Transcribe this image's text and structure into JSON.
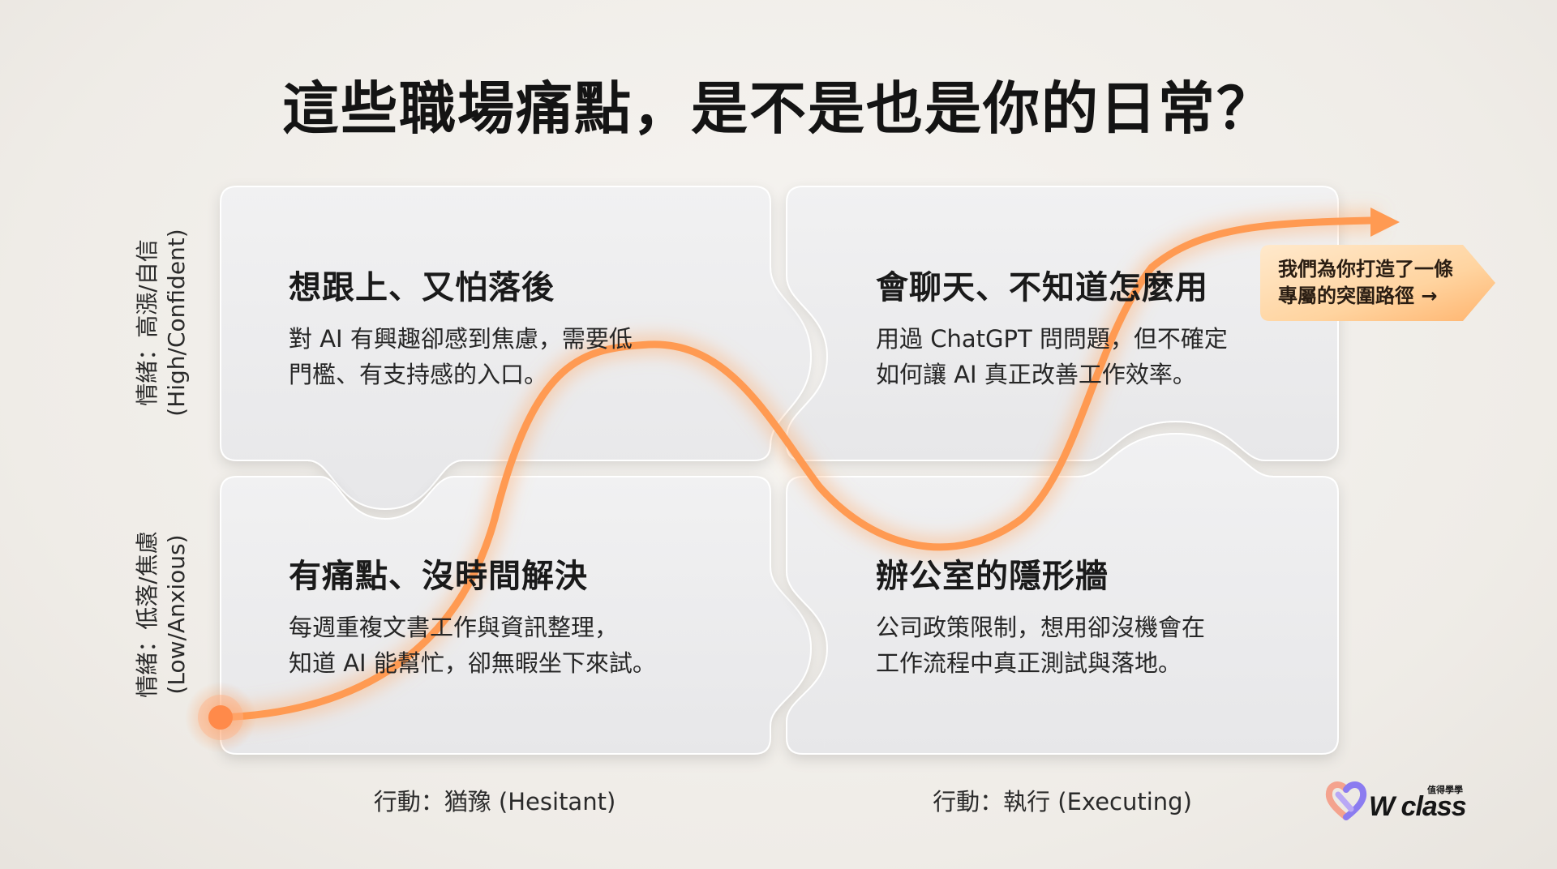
{
  "title": "這些職場痛點，是不是也是你的日常？",
  "axes": {
    "y_high": "情緒：高漲/自信\n(High/Confident)",
    "y_high_line1": "情緒：高漲/自信",
    "y_high_line2": "(High/Confident)",
    "y_low_line1": "情緒：低落/焦慮",
    "y_low_line2": "(Low/Anxious)",
    "x_left": "行動：猶豫 (Hesitant)",
    "x_right": "行動：執行 (Executing)"
  },
  "quadrants": [
    {
      "position": "top-left",
      "title": "想跟上、又怕落後",
      "desc": "對 AI 有興趣卻感到焦慮，需要低\n門檻、有支持感的入口。"
    },
    {
      "position": "top-right",
      "title": "會聊天、不知道怎麼用",
      "desc": "用過 ChatGPT 問問題，但不確定\n如何讓 AI 真正改善工作效率。"
    },
    {
      "position": "bottom-left",
      "title": "有痛點、沒時間解決",
      "desc": "每週重複文書工作與資訊整理，\n知道 AI 能幫忙，卻無暇坐下來試。"
    },
    {
      "position": "bottom-right",
      "title": "辦公室的隱形牆",
      "desc": "公司政策限制，想用卻沒機會在\n工作流程中真正測試與落地。"
    }
  ],
  "callout": {
    "text": "我們為你打造了一條\n專屬的突圍路徑 →"
  },
  "logo": {
    "word": "W class",
    "sub": "值得學學"
  },
  "colors": {
    "accent_orange": "#ff8a3d",
    "card_bg": "#eeeeef",
    "background": "#f3f1ed",
    "callout_bg": "#ffd9a8"
  }
}
